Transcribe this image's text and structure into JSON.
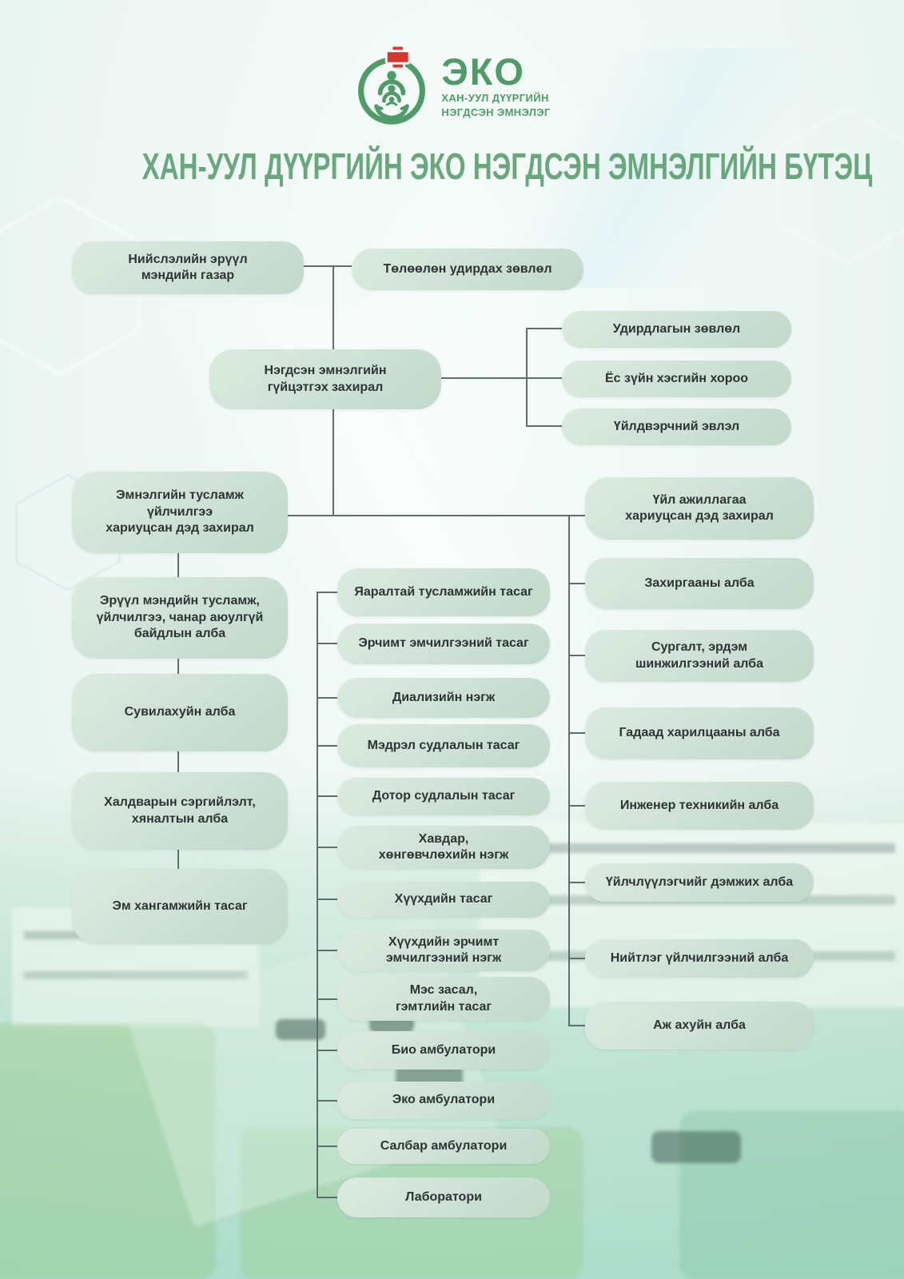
{
  "logo": {
    "brand": "ЭКО",
    "subtitle_line1": "ХАН-УУЛ ДҮҮРГИЙН",
    "subtitle_line2": "НЭГДСЭН ЭМНЭЛЭГ"
  },
  "title": "ХАН-УУЛ ДҮҮРГИЙН ЭКО НЭГДСЭН ЭМНЭЛГИЙН БҮТЭЦ",
  "colors": {
    "title_green": "#69a87c",
    "logo_green": "#4f9c68",
    "cross_red": "#d4372e",
    "node_fill": "#cfe3d6",
    "node_text": "#2d3436",
    "connector_gray": "#5e6e6c",
    "background": "#eef7f4"
  },
  "org": {
    "parent": "Нийслэлийн эрүүл\nмэндийн газар",
    "board": "Төлөөлөн удирдах зөвлөл",
    "executive": "Нэгдсэн эмнэлгийн\nгүйцэтгэх захирал",
    "councils": [
      "Удирдлагын зөвлөл",
      "Ёс зүйн хэсгийн хороо",
      "Үйлдвэрчний эвлэл"
    ],
    "deputy_medical": "Эмнэлгийн тусламж\nүйлчилгээ\nхариуцсан дэд захирал",
    "deputy_operations": "Үйл ажиллагаа\nхариуцсан дэд захирал",
    "medical_services": [
      "Эрүүл мэндийн тусламж,\nүйлчилгээ, чанар аюулгүй\nбайдлын алба",
      "Сувилахуйн алба",
      "Халдварын сэргийлэлт,\nхяналтын алба",
      "Эм хангамжийн тасаг"
    ],
    "clinical_departments": [
      "Яаралтай тусламжийн тасаг",
      "Эрчимт эмчилгээний тасаг",
      "Диализийн нэгж",
      "Мэдрэл судлалын тасаг",
      "Дотор судлалын тасаг",
      "Хавдар,\nхөнгөвчлөхийн нэгж",
      "Хүүхдийн тасаг",
      "Хүүхдийн эрчимт\nэмчилгээний нэгж",
      "Мэс засал,\nгэмтлийн тасаг",
      "Био амбулатори",
      "Эко амбулатори",
      "Салбар амбулатори",
      "Лаборатори"
    ],
    "operations_departments": [
      "Захиргааны алба",
      "Сургалт, эрдэм\nшинжилгээний алба",
      "Гадаад харилцааны алба",
      "Инженер техникийн алба",
      "Үйлчлүүлэгчийг дэмжих алба",
      "Нийтлэг үйлчилгээний алба",
      "Аж ахуйн алба"
    ]
  }
}
